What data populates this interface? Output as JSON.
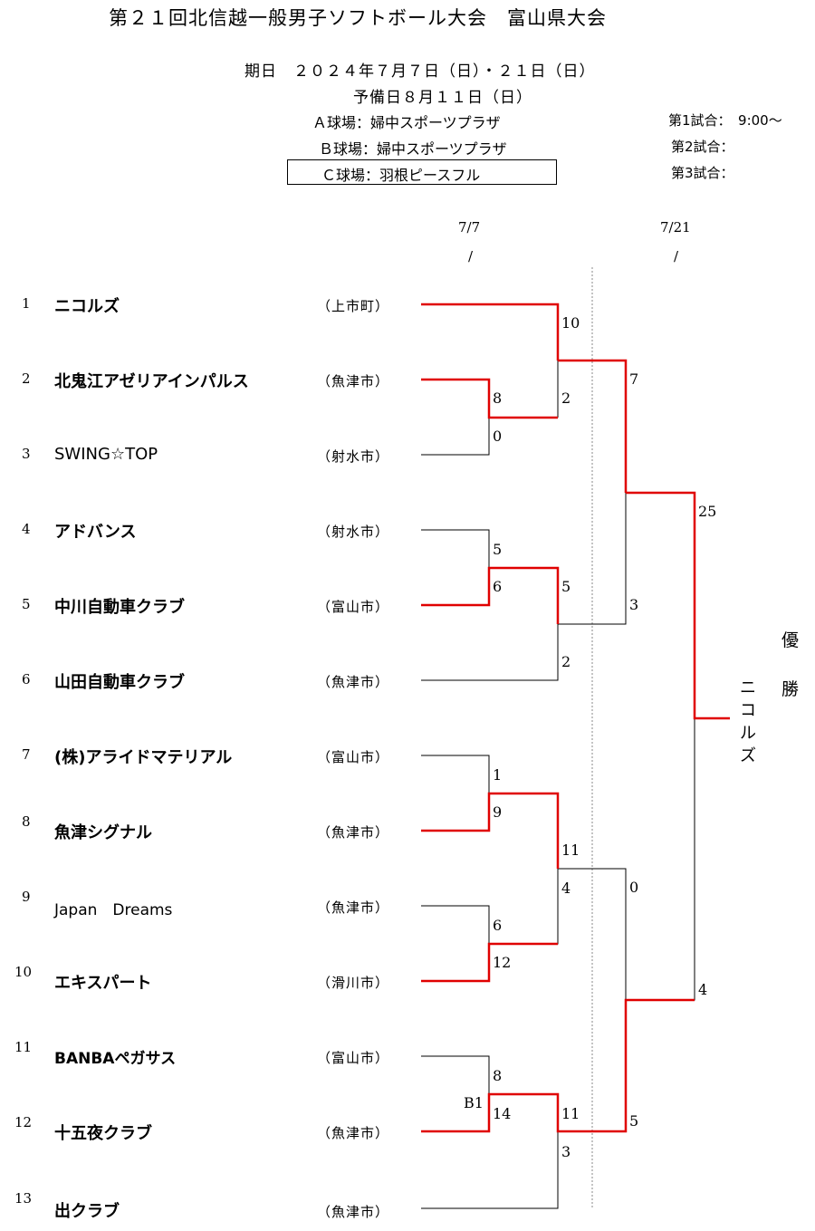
{
  "header": {
    "title": "第２１回北信越一般男子ソフトボール大会　富山県大会",
    "period": "期日　２０２４年７月７日（日）・２１日（日）",
    "reserve": "予備日８月１１日（日）",
    "court_a": "Ａ球場：婦中スポーツプラザ",
    "court_b": "Ｂ球場：婦中スポーツプラザ",
    "court_c": "Ｃ球場：羽根ピースフル",
    "slot1": "第1試合：　9:00～",
    "slot2": "第2試合：",
    "slot3": "第3試合："
  },
  "rounds": {
    "round1_date": "7/7",
    "round1_slash": "/",
    "round2_date": "7/21",
    "round2_slash": "/"
  },
  "teams": [
    {
      "no": "1",
      "name": "ニコルズ",
      "city": "（上市町）"
    },
    {
      "no": "2",
      "name": "北鬼江アゼリアインパルス",
      "city": "（魚津市）"
    },
    {
      "no": "3",
      "name": "SWING☆TOP",
      "city": "（射水市）"
    },
    {
      "no": "4",
      "name": "アドバンス",
      "city": "（射水市）"
    },
    {
      "no": "5",
      "name": "中川自動車クラブ",
      "city": "（富山市）"
    },
    {
      "no": "6",
      "name": "山田自動車クラブ",
      "city": "（魚津市）"
    },
    {
      "no": "7",
      "name": "(株)アライドマテリアル",
      "city": "（富山市）"
    },
    {
      "no": "8",
      "name": "魚津シグナル",
      "city": "（魚津市）"
    },
    {
      "no": "9",
      "name": "Japan　Dreams",
      "city": "（魚津市）"
    },
    {
      "no": "10",
      "name": "エキスパート",
      "city": "（滑川市）"
    },
    {
      "no": "11",
      "name": "BANBAペガサス",
      "city": "（富山市）"
    },
    {
      "no": "12",
      "name": "十五夜クラブ",
      "city": "（魚津市）"
    },
    {
      "no": "13",
      "name": "出クラブ",
      "city": "（魚津市）"
    }
  ],
  "scores": {
    "m_2_3_top": "8",
    "m_2_3_bot": "0",
    "m_4_5_top": "5",
    "m_4_5_bot": "6",
    "m_7_8_top": "1",
    "m_7_8_bot": "9",
    "m_9_10_top": "6",
    "m_9_10_bot": "12",
    "m_11_12_top": "8",
    "m_11_12_bot": "14",
    "m_11_12_code": "B1",
    "r2_1_top": "10",
    "r2_1_bot": "2",
    "r2_2_top": "5",
    "r2_2_bot": "2",
    "r2_3_top": "11",
    "r2_3_bot": "4",
    "r2_4_top": "11",
    "r2_4_bot": "3",
    "sf1_top": "7",
    "sf1_bot": "3",
    "sf2_top": "0",
    "sf2_bot": "5",
    "final_top": "25",
    "final_bot": "4"
  },
  "champion": {
    "label_1": "優",
    "label_2": "勝",
    "name_chars": [
      "ニ",
      "コ",
      "ル",
      "ズ"
    ]
  },
  "colors": {
    "winner_line": "#e00000",
    "line": "#000000",
    "divider": "#888888"
  }
}
